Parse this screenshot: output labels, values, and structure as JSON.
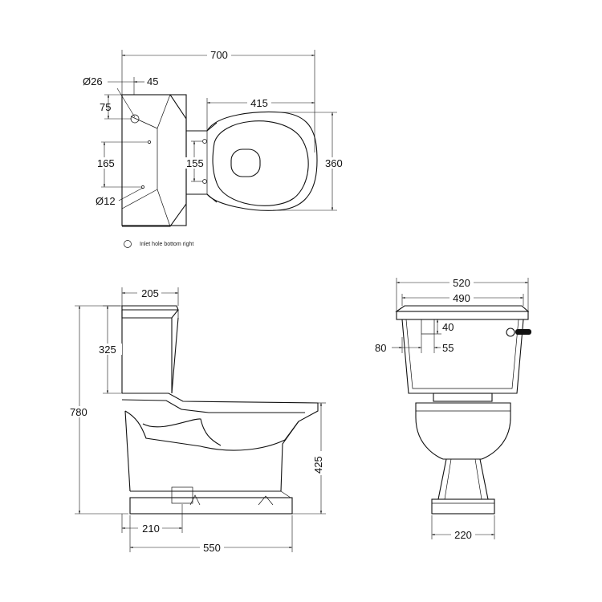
{
  "plan_view": {
    "overall_width": "700",
    "outlet_diameter": "Ø26",
    "outlet_offset": "45",
    "outlet_depth": "75",
    "bowl_length": "415",
    "fixing_spacing": "155",
    "inlet_height": "165",
    "overall_depth": "360",
    "inlet_diameter": "Ø12",
    "legend_note": "Inlet hole bottom right"
  },
  "side_view": {
    "cistern_depth": "205",
    "cistern_height": "325",
    "total_height": "780",
    "bowl_height": "425",
    "outlet_setout": "210",
    "overall_projection": "550"
  },
  "front_view": {
    "cistern_width_outer": "520",
    "cistern_width_inner": "490",
    "flush_offset_v": "40",
    "flush_offset_h_left": "80",
    "flush_offset_h_right": "55",
    "base_width": "220"
  }
}
